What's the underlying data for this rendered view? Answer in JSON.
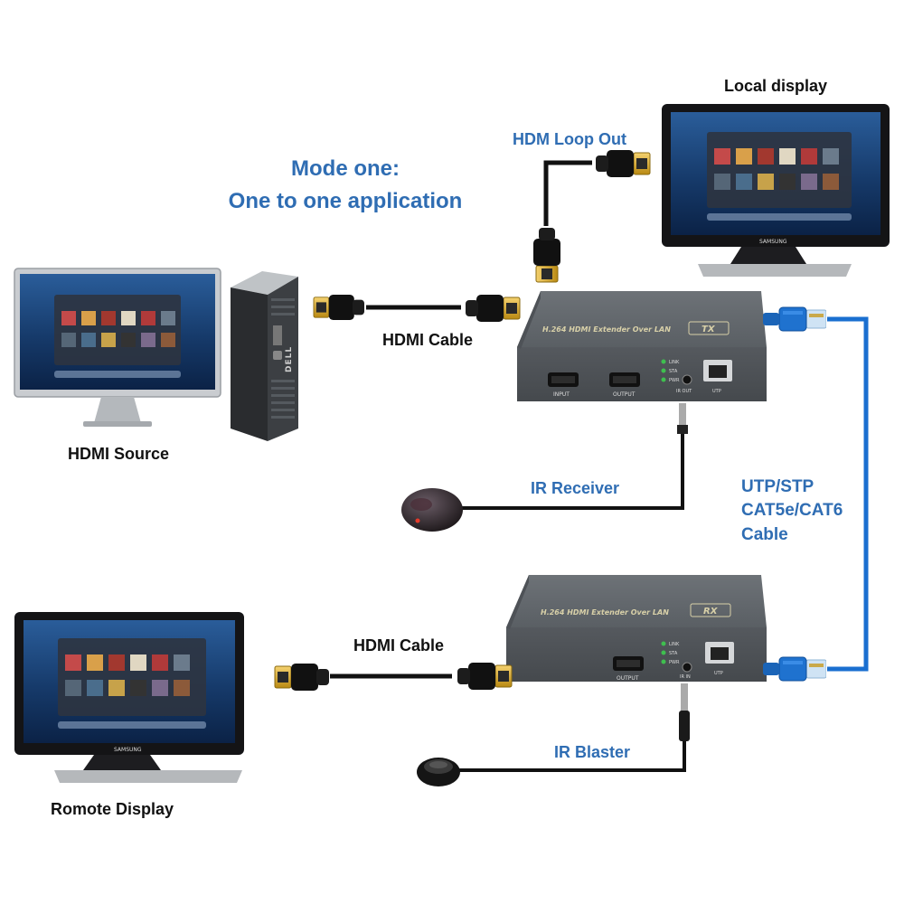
{
  "diagram": {
    "title_line1": "Mode one:",
    "title_line2": "One to one application",
    "labels": {
      "hdmi_source": "HDMI Source",
      "local_display": "Local display",
      "remote_display": "Romote Display",
      "hdmi_cable_top": "HDMI Cable",
      "hdmi_cable_bottom": "HDMI Cable",
      "loop_out": "HDM Loop Out",
      "ir_receiver": "IR Receiver",
      "ir_blaster": "IR Blaster",
      "utp_line1": "UTP/STP",
      "utp_line2": "CAT5e/CAT6",
      "utp_line3": "Cable"
    },
    "tx_unit": {
      "title": "H.264 HDMI Extender Over LAN",
      "badge": "TX",
      "port_input": "INPUT",
      "port_output": "OUTPUT",
      "port_ir": "IR OUT",
      "port_utp": "UTP",
      "led_link": "LINK",
      "led_sta": "STA",
      "led_pwr": "PWR"
    },
    "rx_unit": {
      "title": "H.264 HDMI Extender Over LAN",
      "badge": "RX",
      "port_output": "OUTPUT",
      "port_ir": "IR IN",
      "port_utp": "UTP",
      "led_link": "LINK",
      "led_sta": "STA",
      "led_pwr": "PWR"
    },
    "monitor_brand": "SAMSUNG",
    "pc_brand": "DELL",
    "colors": {
      "label_blue": "#2f6db3",
      "cable_blue": "#1a6fd0",
      "box_gray": "#5c6166",
      "hdmi_gold": "#d9a520"
    }
  }
}
